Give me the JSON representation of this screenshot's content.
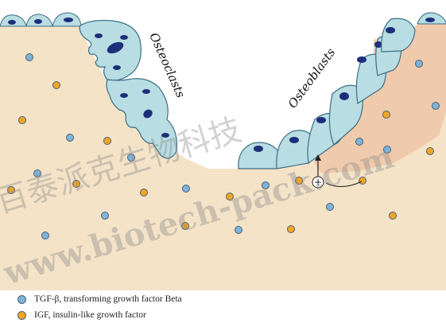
{
  "labels": {
    "osteoclasts": "Osteoclasts",
    "osteoblasts": "Osteoblasts",
    "stimulation_symbol": "+"
  },
  "legend": [
    {
      "label": "TGF-β, transforming growth factor Beta",
      "color": "#7fb3d8"
    },
    {
      "label": "IGF, insulin-like growth factor",
      "color": "#f2a622"
    }
  ],
  "watermark": {
    "line1": "百泰派克生物科技",
    "line2": "www.biotech-pack.com"
  },
  "colors": {
    "bone_matrix": "#f4e3c7",
    "osteoid": "#f0c6a9",
    "cell_fill": "#b8dde3",
    "cell_outline": "#3c6f84",
    "nucleus": "#1d2e7a"
  }
}
